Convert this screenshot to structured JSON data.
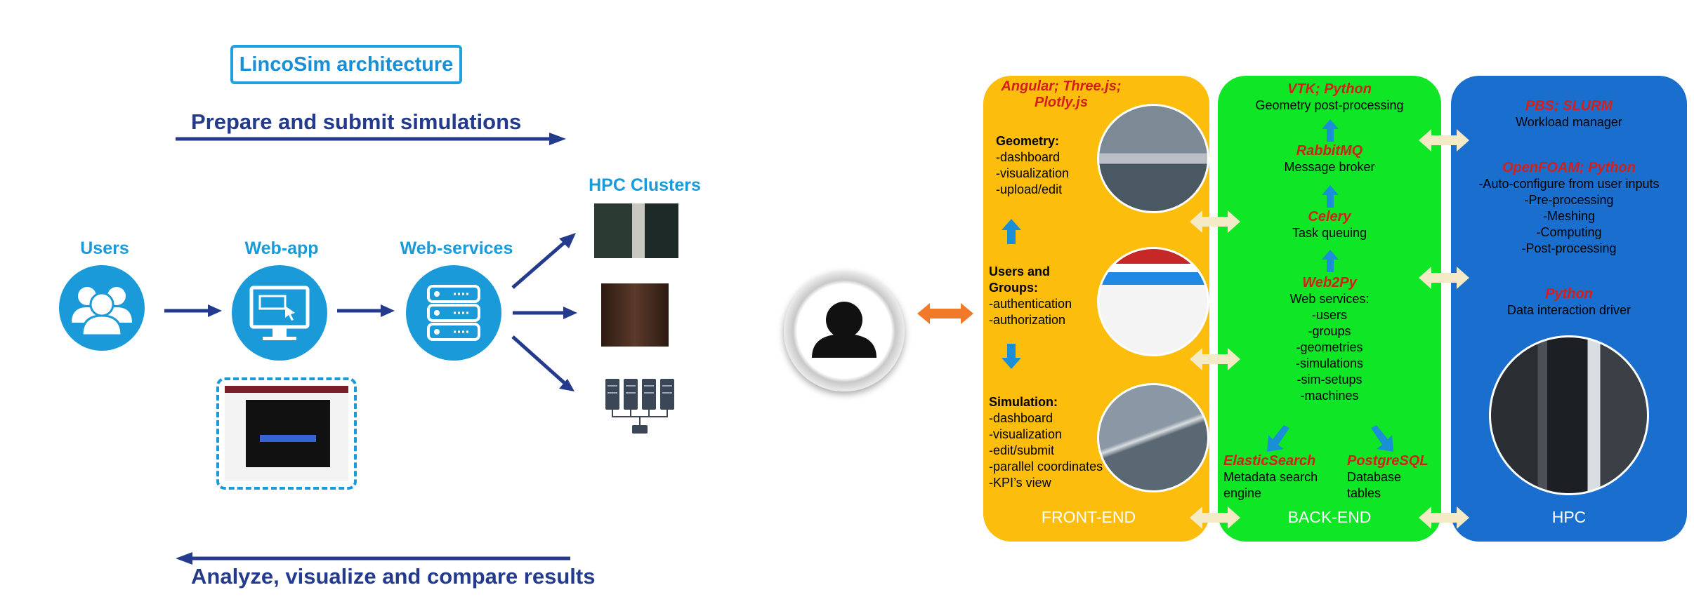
{
  "left": {
    "title": "LincoSim architecture",
    "top_flow": "Prepare and submit simulations",
    "bottom_flow": "Analyze, visualize and compare results",
    "nodes": [
      "Users",
      "Web-app",
      "Web-services"
    ],
    "hpc_title": "HPC Clusters"
  },
  "front": {
    "tech": "Angular; Three.js; Plotly.js",
    "geometry_title": "Geometry:",
    "geometry_items": [
      "-dashboard",
      "-visualization",
      "-upload/edit"
    ],
    "users_title": "Users and",
    "groups_title": "Groups:",
    "users_items": [
      "-authentication",
      "-authorization"
    ],
    "sim_title": "Simulation:",
    "sim_items": [
      "-dashboard",
      "-visualization",
      "-edit/submit",
      "-parallel coordinates",
      "-KPI’s view"
    ],
    "footer": "FRONT-END"
  },
  "back": {
    "vtk": "VTK; Python",
    "vtk_desc": "Geometry post-processing",
    "rabbit": "RabbitMQ",
    "rabbit_desc": "Message broker",
    "celery": "Celery",
    "celery_desc": "Task queuing",
    "web2py": "Web2Py",
    "web2py_desc": "Web services:",
    "web2py_items": [
      "-users",
      "-groups",
      "-geometries",
      "-simulations",
      "-sim-setups",
      "-machines"
    ],
    "elastic": "ElasticSearch",
    "elastic_desc1": "Metadata search",
    "elastic_desc2": "engine",
    "postgres": "PostgreSQL",
    "postgres_desc1": "Database",
    "postgres_desc2": "tables",
    "footer": "BACK-END"
  },
  "hpc": {
    "pbs": "PBS; SLURM",
    "pbs_desc": "Workload manager",
    "openfoam": "OpenFOAM; Python",
    "openfoam_items": [
      "-Auto-configure from user inputs",
      "-Pre-processing",
      "-Meshing",
      "-Computing",
      "-Post-processing"
    ],
    "python": "Python",
    "python_desc": "Data interaction driver",
    "footer": "HPC"
  },
  "colors": {
    "front_bg": "#fdbd0c",
    "back_bg": "#0ee626",
    "hpc_bg": "#1a6fce",
    "accent_blue": "#1a9ad9",
    "flow_blue": "#243a8c",
    "red_label": "#d3201b"
  }
}
